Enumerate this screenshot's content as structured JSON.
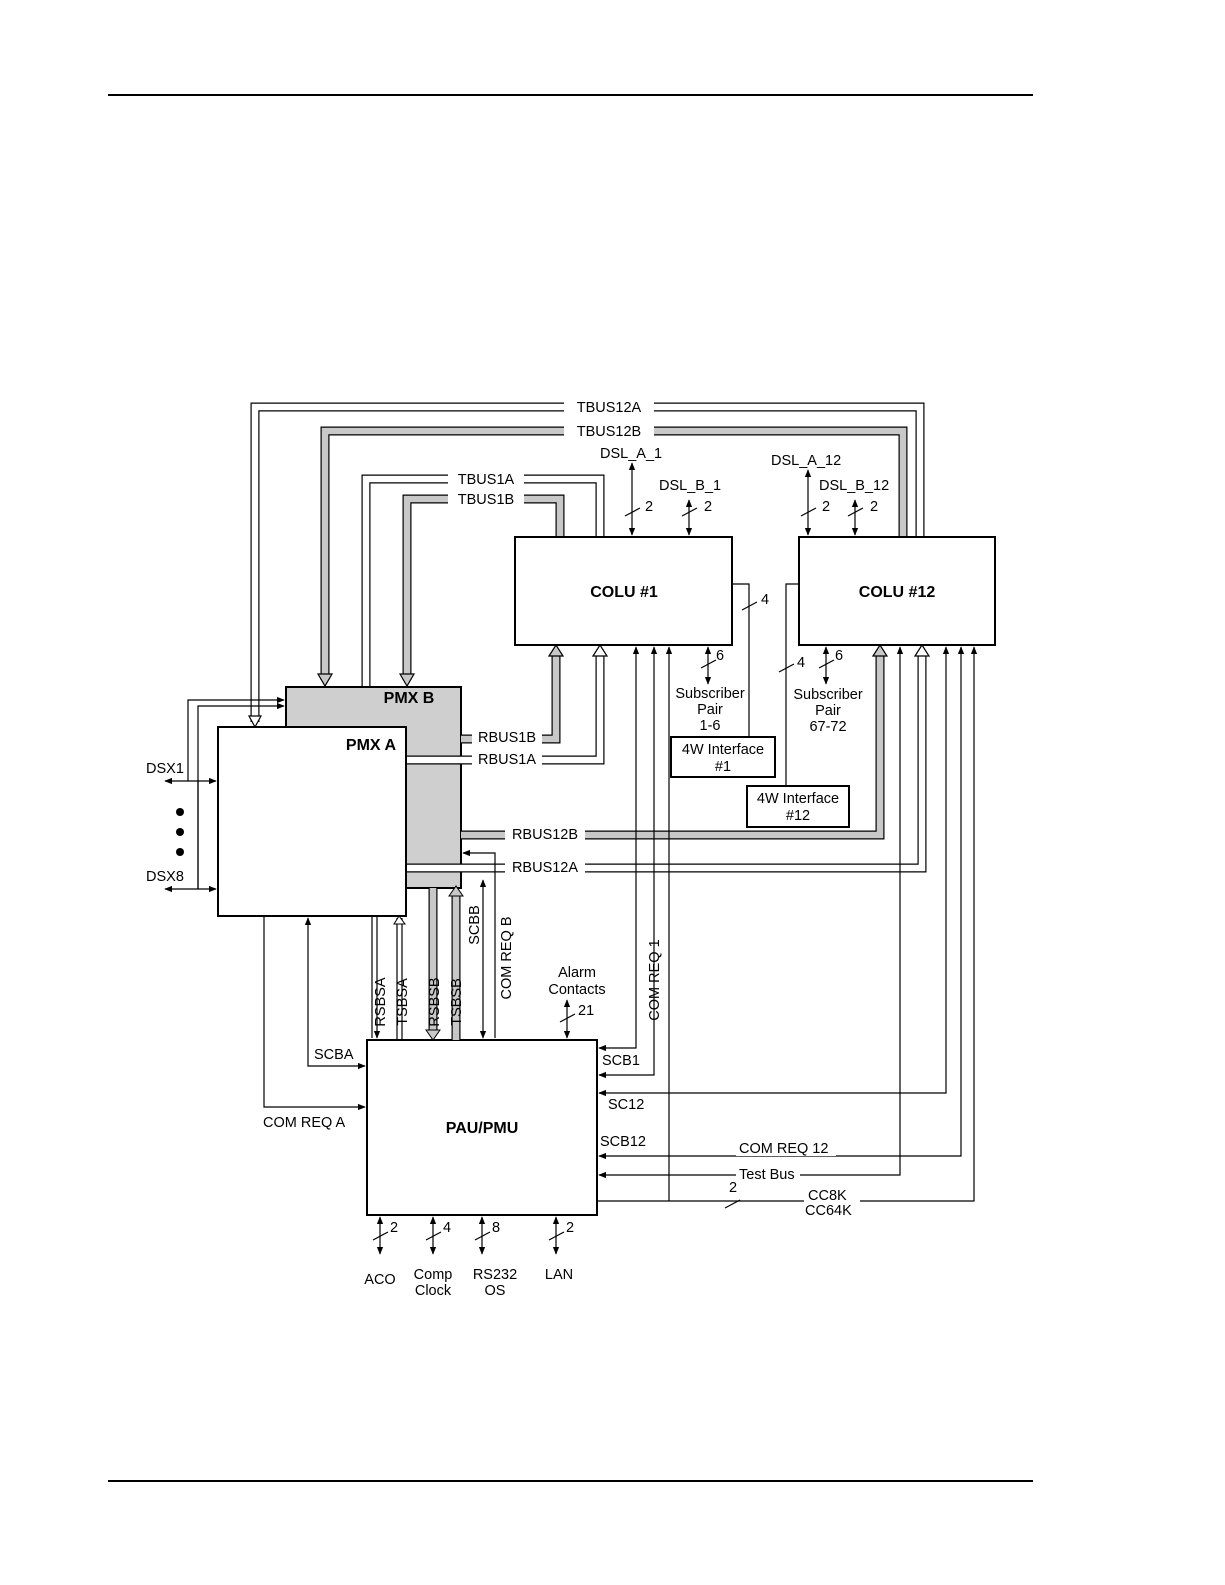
{
  "blocks": {
    "pmx_b": "PMX B",
    "pmx_a": "PMX A",
    "colu_1": "COLU #1",
    "colu_12": "COLU #12",
    "pau_pmu": "PAU/PMU",
    "iface_1": [
      "4W Interface",
      "#1"
    ],
    "iface_12": [
      "4W Interface",
      "#12"
    ]
  },
  "buses": {
    "tbus12a": "TBUS12A",
    "tbus12b": "TBUS12B",
    "tbus1a": "TBUS1A",
    "tbus1b": "TBUS1B",
    "rbus1b": "RBUS1B",
    "rbus1a": "RBUS1A",
    "rbus12b": "RBUS12B",
    "rbus12a": "RBUS12A"
  },
  "dsl": {
    "a_1": "DSL_A_1",
    "b_1": "DSL_B_1",
    "a_12": "DSL_A_12",
    "b_12": "DSL_B_12"
  },
  "dsx": {
    "first": "DSX1",
    "last": "DSX8"
  },
  "vertical_labels": {
    "rsbsa": "RSBSA",
    "tsbsa": "TSBSA",
    "rsbsb": "RSBSB",
    "tsbsb": "TSBSB",
    "scbb": "SCBB",
    "com_req_b": "COM REQ B",
    "com_req_1": "COM REQ 1"
  },
  "signals": {
    "scba": "SCBA",
    "com_req_a": "COM REQ A",
    "scb1": "SCB1",
    "sc12": "SC12",
    "scb12": "SCB12",
    "com_req_12": "COM REQ 12",
    "test_bus": "Test Bus",
    "cc8k": "CC8K",
    "cc64k": "CC64K",
    "alarm": [
      "Alarm",
      "Contacts"
    ],
    "subscriber_1": [
      "Subscriber",
      "Pair",
      "1-6"
    ],
    "subscriber_12": [
      "Subscriber",
      "Pair",
      "67-72"
    ]
  },
  "bottom_ports": {
    "aco": [
      "ACO"
    ],
    "comp_clock": [
      "Comp",
      "Clock"
    ],
    "rs232": [
      "RS232",
      "OS"
    ],
    "lan": [
      "LAN"
    ]
  },
  "counts": {
    "dsl_a_1": "2",
    "dsl_b_1": "2",
    "dsl_a_12": "2",
    "dsl_b_12": "2",
    "iface_1": "4",
    "iface_12": "4",
    "sub_1": "6",
    "sub_12": "6",
    "alarm": "21",
    "cc": "2",
    "aco": "2",
    "comp_clock": "4",
    "rs232": "8",
    "lan": "2"
  }
}
